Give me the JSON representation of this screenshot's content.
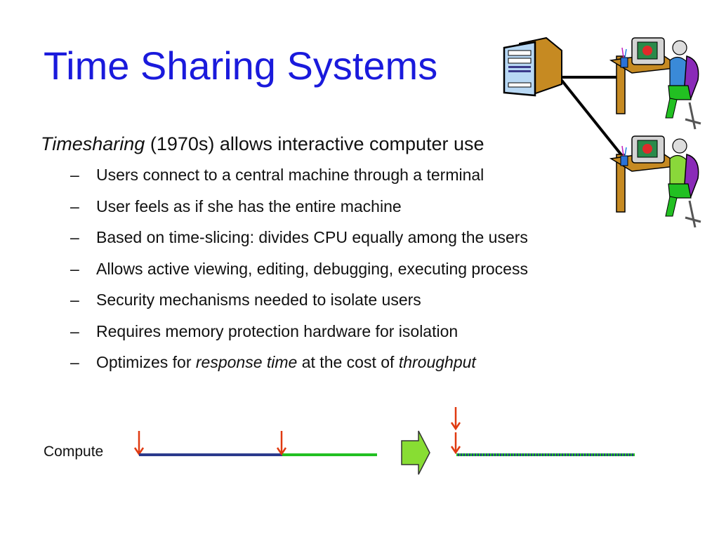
{
  "slide": {
    "title": "Time Sharing Systems",
    "main_bullet": {
      "italic_lead": "Timesharing",
      "rest": " (1970s) allows interactive computer use"
    },
    "sub_bullets": [
      "Users connect to a central machine through a terminal",
      "User feels as if she has the entire machine",
      "Based on time-slicing: divides CPU equally among the users",
      "Allows active viewing, editing, debugging, executing process",
      "Security mechanisms needed to isolate users",
      "Requires memory protection hardware for isolation"
    ],
    "last_bullet": {
      "part1": "Optimizes for ",
      "italic1": "response time",
      "part2": " at the cost of ",
      "italic2": "throughput"
    },
    "bullet_dash": "–"
  },
  "diagram": {
    "label": "Compute",
    "colors": {
      "process_a": "#2b3a8c",
      "process_b": "#22c022",
      "arrow": "#e03a10",
      "shift_arrow": "#88dd33",
      "title": "#1a1adc"
    }
  },
  "icons": {
    "server": "server-tower-icon",
    "user_terminal": "user-at-computer-icon",
    "shift_arrow": "right-arrow-icon",
    "arrival": "down-arrow-icon"
  }
}
